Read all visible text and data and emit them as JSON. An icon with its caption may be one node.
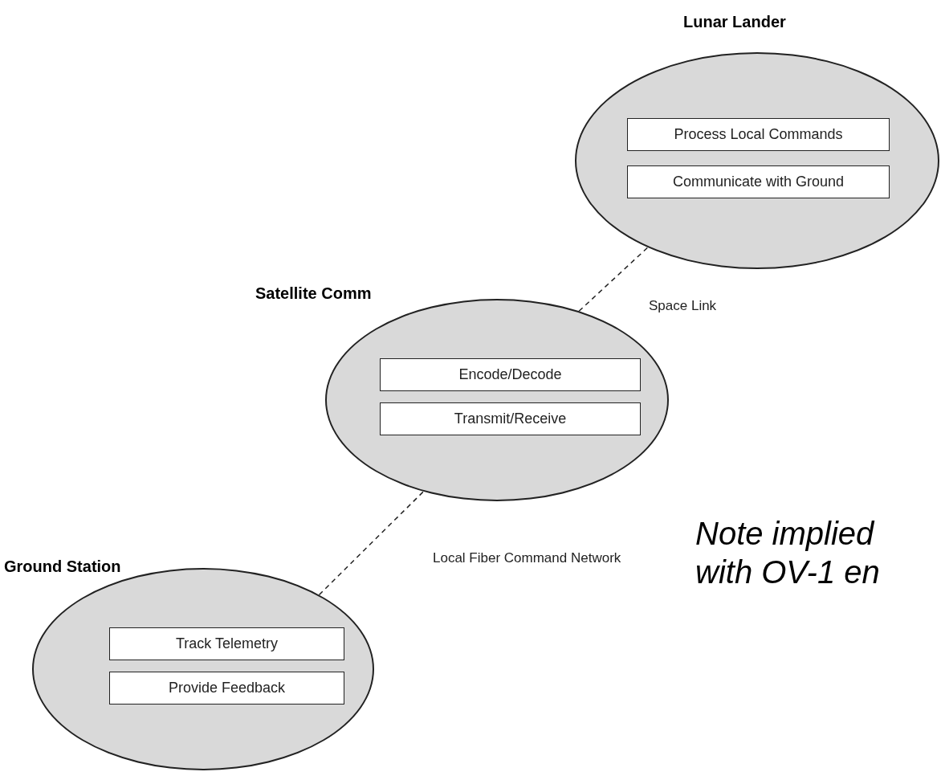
{
  "diagram": {
    "nodes": [
      {
        "text": [
          "Lunar Lander"
        ]
      },
      {
        "text": [
          "Process Local Commands"
        ],
        "in": 0
      },
      {
        "text": [
          "Communicate with Ground"
        ],
        "in": 0
      },
      {
        "text": [
          "Satellite Comm"
        ]
      },
      {
        "text": [
          "Encode/Decode"
        ],
        "in": 3
      },
      {
        "text": [
          "Transmit/Receive"
        ],
        "in": 3
      },
      {
        "text": [
          "Ground Station"
        ]
      },
      {
        "text": [
          "Track Telemetry"
        ],
        "in": 6
      },
      {
        "text": [
          "Provide Feedback"
        ],
        "in": 6
      }
    ],
    "edges": [
      {
        "from": 3,
        "to": 0,
        "arrow": "none",
        "style": "dashed",
        "label": "Space Link"
      },
      {
        "from": 6,
        "to": 3,
        "arrow": "none",
        "style": "dashed",
        "label": "Local Fiber Command Network"
      }
    ],
    "labels": [
      "Note implied with OV-1 en"
    ]
  }
}
